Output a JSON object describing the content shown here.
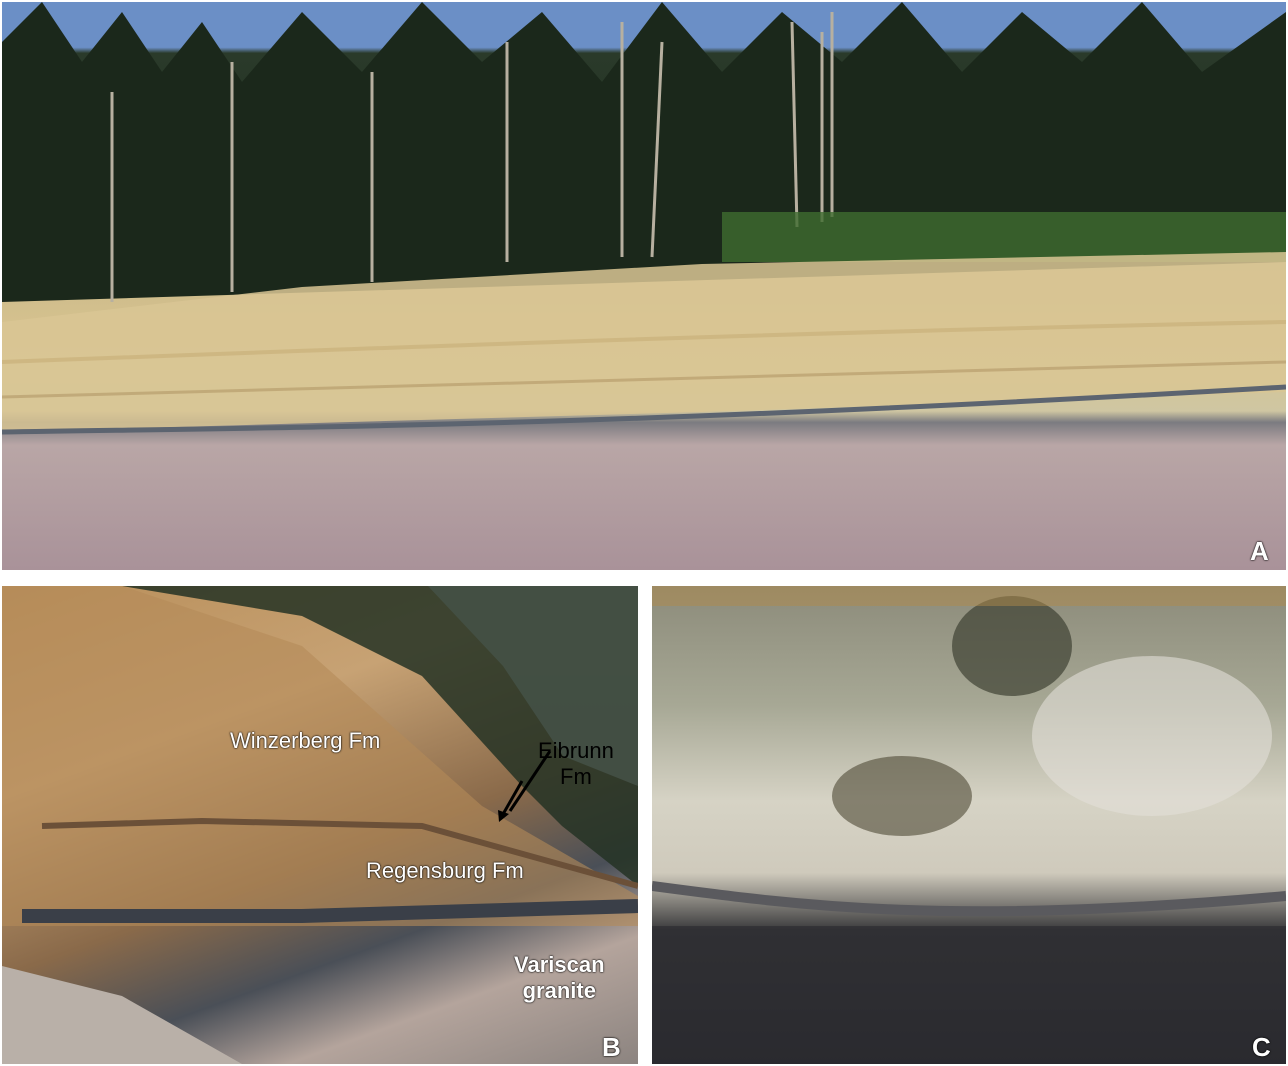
{
  "panels": {
    "a": {
      "letter": "A"
    },
    "b": {
      "letter": "B",
      "labels": {
        "winzerberg": "Winzerberg Fm",
        "eibrunn_line1": "Eibrunn",
        "eibrunn_line2": "Fm",
        "regensburg": "Regensburg Fm",
        "variscan_line1": "Variscan",
        "variscan_line2": "granite"
      }
    },
    "c": {
      "letter": "C"
    }
  }
}
